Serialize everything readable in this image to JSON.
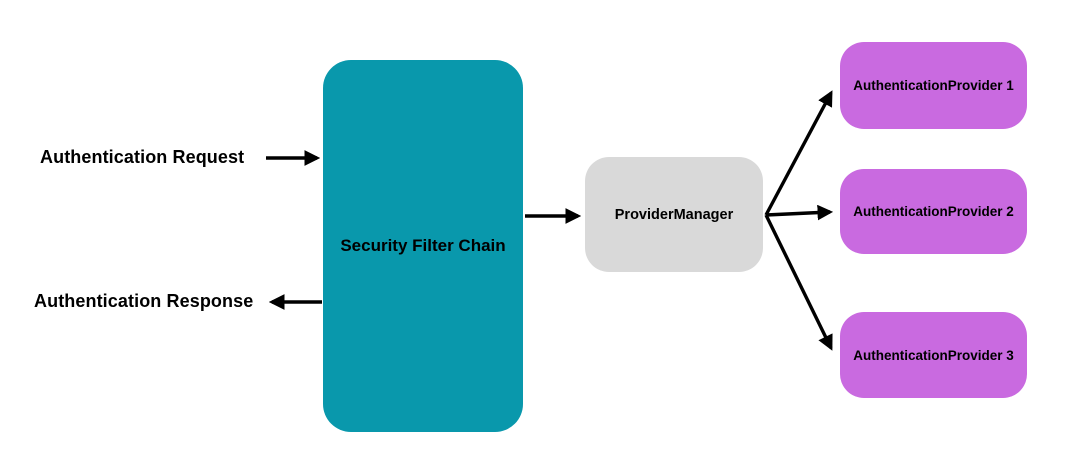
{
  "diagram": {
    "inputs": {
      "request_label": "Authentication Request",
      "response_label": "Authentication Response"
    },
    "nodes": {
      "filter_chain": {
        "label": "Security Filter Chain",
        "bg": "#0998AC"
      },
      "provider_manager": {
        "label": "ProviderManager",
        "bg": "#D9D9D9"
      },
      "provider1": {
        "label": "AuthenticationProvider 1",
        "bg": "#C96AE0"
      },
      "provider2": {
        "label": "AuthenticationProvider 2",
        "bg": "#C96AE0"
      },
      "provider3": {
        "label": "AuthenticationProvider 3",
        "bg": "#C96AE0"
      }
    },
    "arrow_color": "#000000",
    "text_color": "#000000"
  }
}
